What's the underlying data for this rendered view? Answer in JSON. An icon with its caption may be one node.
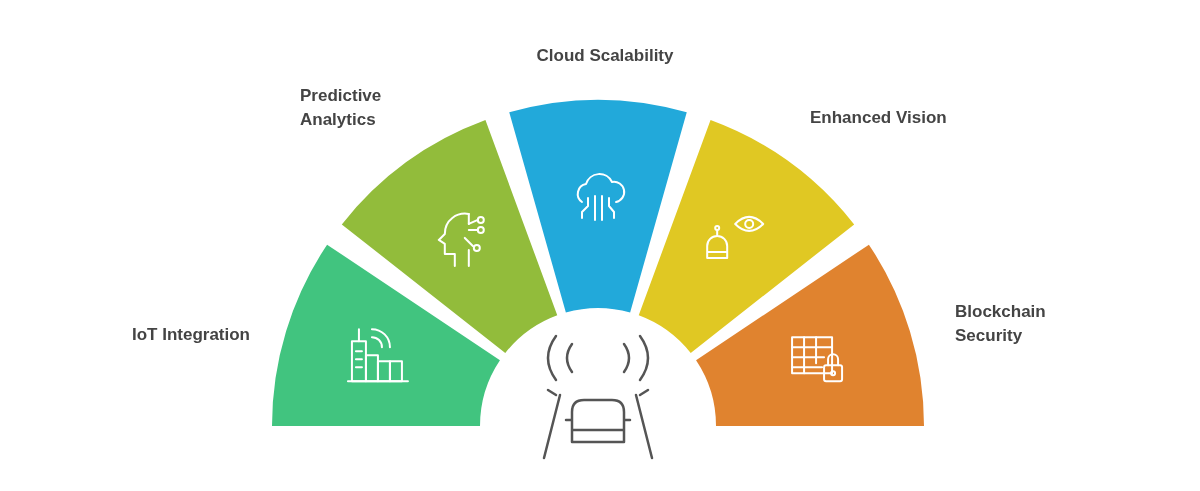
{
  "diagram": {
    "nodes": [
      {
        "text": [
          "IoT Integration"
        ]
      },
      {
        "text": [
          "Predictive Analytics"
        ]
      },
      {
        "text": [
          "Cloud Scalability"
        ]
      },
      {
        "text": [
          "Enhanced Vision"
        ]
      },
      {
        "text": [
          "Blockchain Security"
        ]
      }
    ]
  }
}
